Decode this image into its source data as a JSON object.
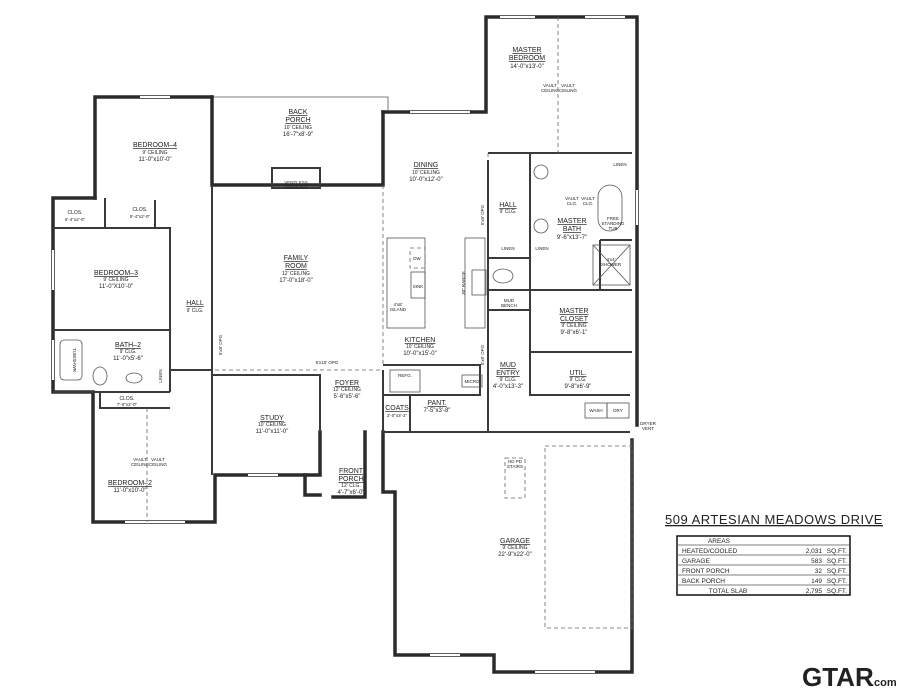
{
  "title": "509 ARTESIAN MEADOWS DRIVE",
  "areas_table": {
    "header": "AREAS",
    "rows": [
      {
        "label": "HEATED/COOLED",
        "value": "2,031",
        "unit": "SQ.FT."
      },
      {
        "label": "GARAGE",
        "value": "583",
        "unit": "SQ.FT."
      },
      {
        "label": "FRONT PORCH",
        "value": "32",
        "unit": "SQ.FT."
      },
      {
        "label": "BACK PORCH",
        "value": "149",
        "unit": "SQ.FT."
      },
      {
        "label": "TOTAL SLAB",
        "value": "2,795",
        "unit": "SQ.FT."
      }
    ]
  },
  "logo": {
    "brand": "GTAR",
    "suffix": ".com"
  },
  "rooms": {
    "bedroom4": {
      "name": "BEDROOM–4",
      "ceiling": "9' CEILING",
      "dims": "11'-0\"x10'-0\""
    },
    "back_porch": {
      "name1": "BACK",
      "name2": "PORCH",
      "ceiling": "10' CEILING",
      "dims": "16'-7\"x8'-9\""
    },
    "clos_a": {
      "name": "CLOS.",
      "dims": "5'-4\"x2'-0\""
    },
    "clos_b": {
      "name": "CLOS.",
      "dims": "5'-4\"x2'-0\""
    },
    "fireplace": {
      "line1": "VENTLESS",
      "line2": "FIREPLACE"
    },
    "family_room": {
      "name1": "FAMILY",
      "name2": "ROOM",
      "ceiling": "12' CEILING",
      "dims": "17'-0\"x18'-0\""
    },
    "bedroom3": {
      "name": "BEDROOM–3",
      "ceiling": "9' CEILING",
      "dims": "11'-0\"X10'-0\""
    },
    "hall_west": {
      "name": "HALL",
      "ceiling": "9' CLG."
    },
    "bath2": {
      "name": "BATH–2",
      "ceiling": "9' CLG.",
      "dims": "11'-0\"x5'-6\"",
      "tub": "TUB/SHWR",
      "linen": "LINEN"
    },
    "dining": {
      "name": "DINING",
      "ceiling": "10' CEILING",
      "dims": "10'-0\"x12'-0\""
    },
    "master_bedroom": {
      "name1": "MASTER",
      "name2": "BEDROOM",
      "dims": "14'-0\"x13'-0\"",
      "vault1": "VAULT",
      "vault2": "VAULT",
      "vault3": "CEILING",
      "vault4": "CEILING"
    },
    "hall_east": {
      "name": "HALL",
      "ceiling": "9' CLG."
    },
    "master_bath": {
      "name1": "MASTER",
      "name2": "BATH",
      "dims": "9'-6\"x13'-7\"",
      "vault1": "VAULT",
      "vault2": "VAULT",
      "vault3": "CLG.",
      "vault4": "CLG.",
      "linen_a": "LINEN",
      "linen_b": "LINEN",
      "linen_c": "LINEN"
    },
    "tub": {
      "line1": "FREE",
      "line2": "STANDING",
      "line3": "TUB"
    },
    "shower": {
      "size": "4'x4'",
      "name": "SHOWER"
    },
    "kitchen": {
      "name": "KITCHEN",
      "ceiling": "10' CEILING",
      "dims": "10'-0\"x15'-0\"",
      "dw": "DW",
      "sink": "SINK",
      "island_size": "4'x8'",
      "island": "ISLAND",
      "range": "30\" RANGE",
      "refg": "REFG.",
      "micro": "MICRO"
    },
    "mud_bench": {
      "line1": "MUD",
      "line2": "BENCH"
    },
    "master_closet": {
      "name1": "MASTER",
      "name2": "CLOSET",
      "ceiling": "9' CEILING",
      "dims": "9'-8\"x6'-1\""
    },
    "openings": {
      "opg_5x10": "5'x10' OPG",
      "opg_a": "5'x8' OPG",
      "opg_b": "5'x8' OPG",
      "opg_c": "5'x8' OPG"
    },
    "mud_entry": {
      "name1": "MUD",
      "name2": "ENTRY",
      "ceiling": "9' CLG.",
      "dims": "4'-0\"x13'-3\""
    },
    "util": {
      "name": "UTIL.",
      "ceiling": "9' CLG.",
      "dims": "9'-8\"x6'-9\"",
      "wash": "WASH",
      "dry": "DRY",
      "vent1": "DRYER",
      "vent2": "VENT"
    },
    "foyer": {
      "name": "FOYER",
      "ceiling": "12' CEILING",
      "dims": "5'-6\"x5'-6\""
    },
    "coats": {
      "name": "COATS",
      "dims": "2'-0\"x3'-2\""
    },
    "pantry": {
      "name": "PANT.",
      "dims": "7'-5\"x3'-8\""
    },
    "clos_c": {
      "name": "CLOS.",
      "dims": "7'-0\"x2'-0\""
    },
    "study": {
      "name": "STUDY",
      "ceiling": "10' CEILING",
      "dims": "11'-0\"x11'-0\""
    },
    "bedroom2": {
      "name": "BEDROOM–2",
      "dims": "11'-0\"x10'-0\"",
      "vault1": "VAULT",
      "vault2": "VAULT",
      "vault3": "CEILING",
      "vault4": "CEILING"
    },
    "front_porch": {
      "name1": "FRONT",
      "name2": "PORCH",
      "ceiling": "12' CLG.",
      "dims": "4'-7\"x6'-0\""
    },
    "stairs": {
      "line1": "HD PD",
      "line2": "STAIRS"
    },
    "garage": {
      "name": "GARAGE",
      "ceiling": "9' CEILING",
      "dims": "22'-9\"x22'-0\""
    }
  }
}
